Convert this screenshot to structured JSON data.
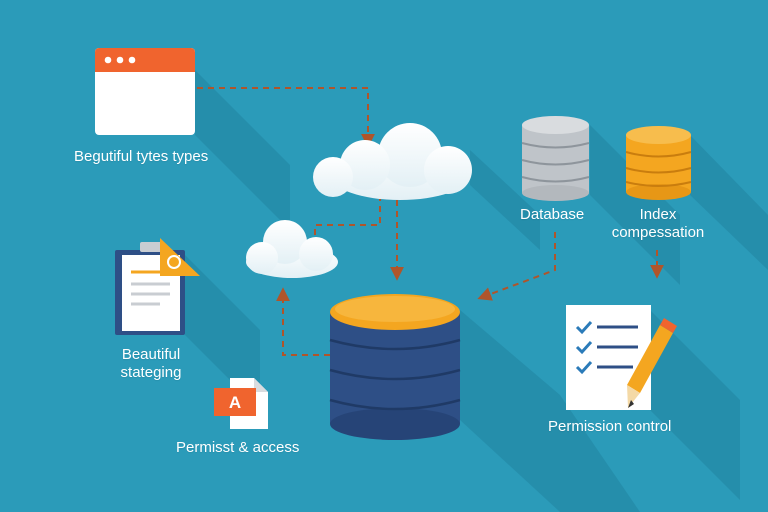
{
  "colors": {
    "background": "#2b9bb9",
    "accent_orange": "#f0642e",
    "gold": "#f4a620",
    "navy": "#2e4f86",
    "arrow": "#b0552a",
    "white": "#ffffff",
    "gray": "#c9cdd2"
  },
  "labels": {
    "browser": "Begutiful tytes types",
    "database": "Database",
    "index_line1": "Index",
    "index_line2": "compessation",
    "staging_line1": "Beautiful",
    "staging_line2": "stateging",
    "access": "Permisst & access",
    "permission": "Permission control"
  },
  "icons": {
    "browser": "browser-window-icon",
    "cloud_large": "cloud-icon",
    "cloud_small": "cloud-icon",
    "gray_database": "gray-database-icon",
    "gold_database": "gold-database-icon",
    "main_database": "main-database-icon",
    "clipboard": "clipboard-icon",
    "pdf_document": "pdf-document-icon",
    "checklist": "checklist-icon",
    "pencil": "pencil-icon"
  },
  "document_letter": "A"
}
